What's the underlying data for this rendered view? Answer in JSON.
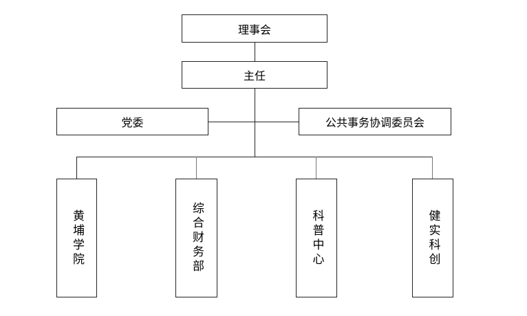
{
  "org_chart": {
    "board": "理事会",
    "director": "主任",
    "party_committee": "党委",
    "public_affairs_committee": "公共事务协调委员会",
    "departments": [
      "黄埔学院",
      "综合财务部",
      "科普中心",
      "健实科创"
    ]
  }
}
